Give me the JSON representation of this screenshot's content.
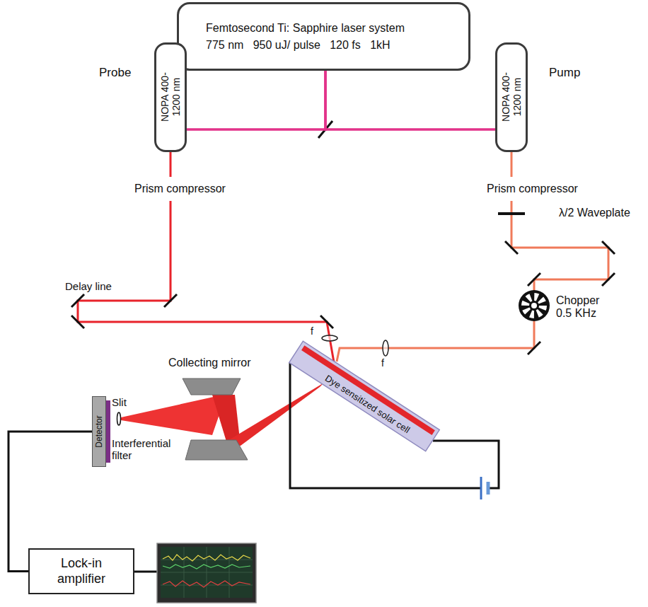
{
  "diagram": {
    "nodes": [
      {
        "text": [
          "Femtosecond Ti: Sapphire laser system",
          "775 nm   950 uJ/ pulse   120 fs   1kH"
        ]
      },
      {
        "text": [
          "NOPA 400-1200 nm"
        ]
      },
      {
        "text": [
          "NOPA 400-1200 nm"
        ]
      },
      {
        "text": [
          "Detector"
        ]
      },
      {
        "text": [
          "Lock-in amplifier"
        ]
      }
    ],
    "edges": [
      {
        "from": 0,
        "to": 1,
        "arrow": "none"
      },
      {
        "from": 0,
        "to": 2,
        "arrow": "none"
      },
      {
        "from": 3,
        "to": 4,
        "arrow": "none"
      }
    ],
    "labels": [
      "Probe",
      "Pump",
      "Prism compressor",
      "Prism compressor",
      "λ/2 Waveplate",
      "Delay line",
      "Chopper 0.5 KHz",
      "f",
      "f",
      "Collecting mirror",
      "Slit",
      "Interferential filter",
      "Dye sensitized solar cell"
    ]
  }
}
